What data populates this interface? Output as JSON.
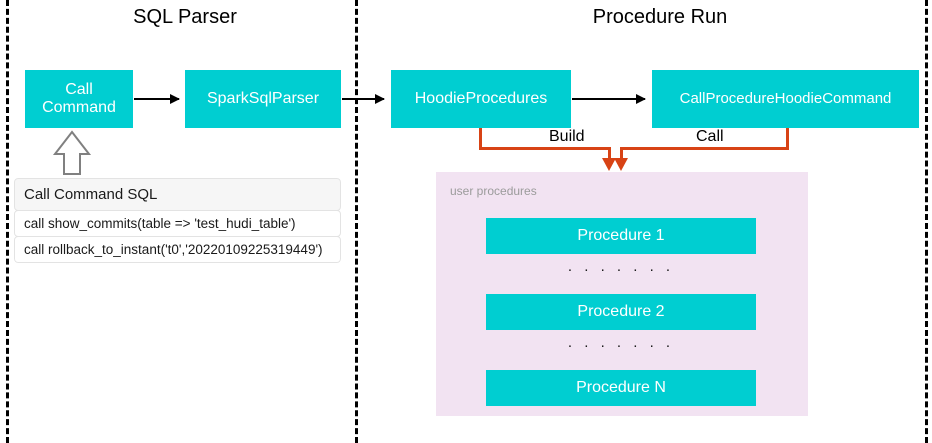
{
  "diagram": {
    "title_left": "SQL Parser",
    "title_right": "Procedure Run",
    "colors": {
      "box_teal": "#00CED1",
      "panel_pink": "#F2E3F2",
      "connector_orange": "#D84315",
      "arrow_black": "#000000",
      "label_gray": "#9b9b9b"
    }
  },
  "nodes": {
    "call_command": "Call\nCommand",
    "call_command_line1": "Call",
    "call_command_line2": "Command",
    "spark_sql_parser": "SparkSqlParser",
    "hoodie_procedures": "HoodieProcedures",
    "call_procedure_hoodie_command": "CallProcedureHoodieCommand"
  },
  "sql_table": {
    "header": "Call Command SQL",
    "rows": [
      "call show_commits(table => 'test_hudi_table')",
      "call rollback_to_instant('t0','20220109225319449')"
    ]
  },
  "connectors": {
    "build_label": "Build",
    "call_label": "Call"
  },
  "procedures_panel": {
    "label": "user procedures",
    "items": [
      "Procedure 1",
      "Procedure 2",
      "Procedure N"
    ],
    "ellipsis": ". . . . . . ."
  }
}
